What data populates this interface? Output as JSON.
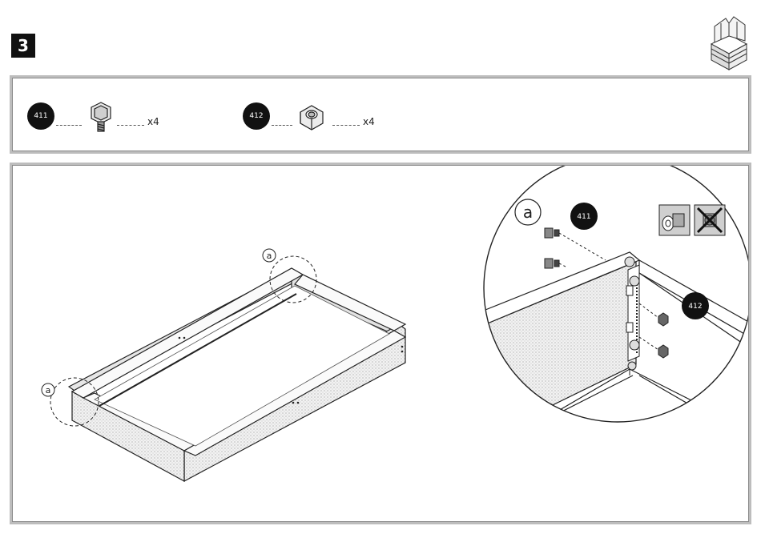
{
  "step": {
    "number": "3"
  },
  "parts": [
    {
      "id": "411",
      "quantity": "x4",
      "icon": "bolt-icon"
    },
    {
      "id": "412",
      "quantity": "x4",
      "icon": "hex-nut-icon"
    }
  ],
  "callouts": {
    "left_corner": "a",
    "top_corner": "a",
    "zoom": "a"
  },
  "detail": {
    "bolt_badge": "411",
    "nut_badge": "412"
  }
}
